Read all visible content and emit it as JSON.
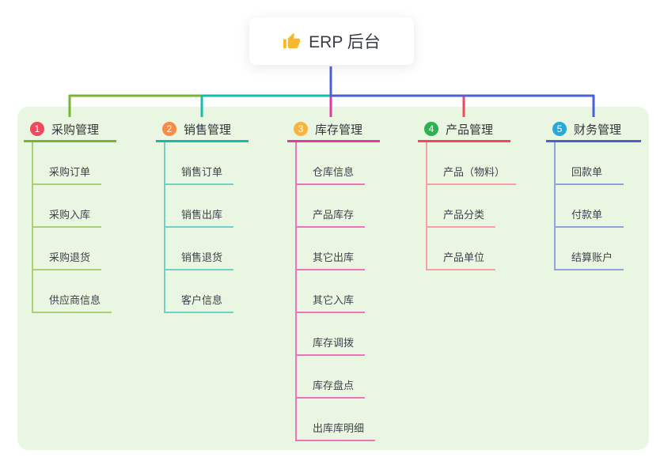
{
  "root": {
    "label": "ERP 后台",
    "icon": "thumbs-up-icon"
  },
  "branches": [
    {
      "index": "1",
      "label": "采购管理",
      "badge_color": "#f1485f",
      "line_color": "#79b531",
      "child_line_color": "#a9d077",
      "children": [
        "采购订单",
        "采购入库",
        "采购退货",
        "供应商信息"
      ]
    },
    {
      "index": "2",
      "label": "销售管理",
      "badge_color": "#f98b45",
      "line_color": "#14bcab",
      "child_line_color": "#72d0c4",
      "children": [
        "销售订单",
        "销售出库",
        "销售退货",
        "客户信息"
      ]
    },
    {
      "index": "3",
      "label": "库存管理",
      "badge_color": "#fbb340",
      "line_color": "#e23a9e",
      "child_line_color": "#ee74bc",
      "children": [
        "仓库信息",
        "产品库存",
        "其它出库",
        "其它入库",
        "库存调拨",
        "库存盘点",
        "出库库明细"
      ]
    },
    {
      "index": "4",
      "label": "产品管理",
      "badge_color": "#2cb34f",
      "line_color": "#f2485c",
      "child_line_color": "#f8a0a9",
      "children": [
        "产品（物料）",
        "产品分类",
        "产品单位"
      ]
    },
    {
      "index": "5",
      "label": "财务管理",
      "badge_color": "#29a8dc",
      "line_color": "#4b60d1",
      "child_line_color": "#8fa3dd",
      "children": [
        "回款单",
        "付款单",
        "结算账户"
      ]
    }
  ],
  "colors": {
    "panel_bg": "#e9f6e1",
    "stem": "#4b60d1",
    "root_text": "#383c44",
    "thumb_icon": "#f5b82e"
  }
}
